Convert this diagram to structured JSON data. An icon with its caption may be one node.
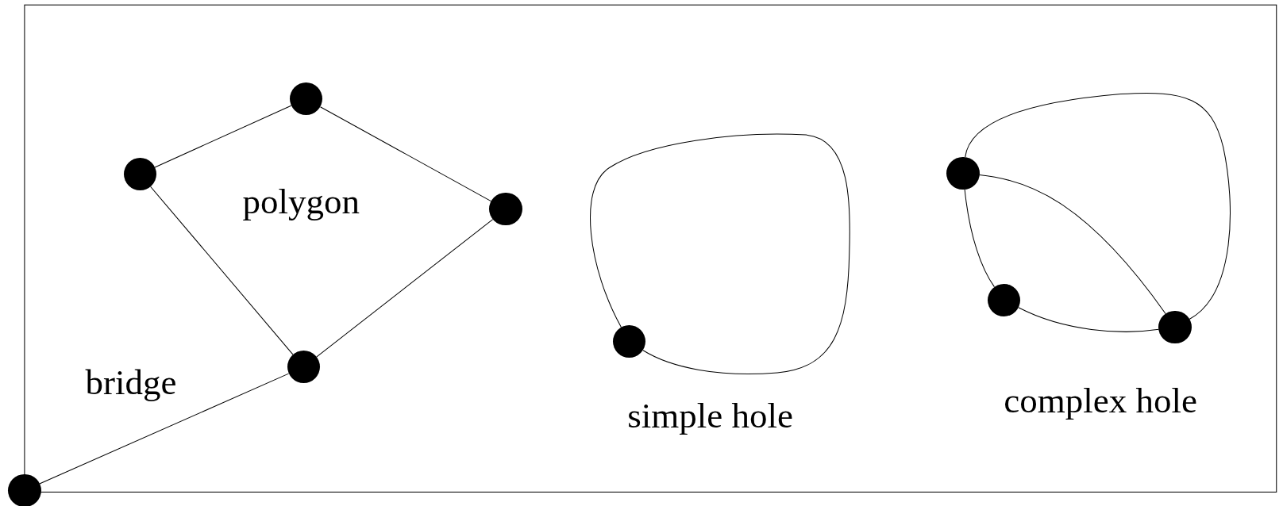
{
  "diagram": {
    "nodes": [
      {
        "text": [],
        "shape": "circle"
      },
      {
        "text": [],
        "shape": "circle"
      },
      {
        "text": [],
        "shape": "circle"
      },
      {
        "text": [],
        "shape": "circle"
      },
      {
        "text": [],
        "shape": "circle"
      },
      {
        "text": [],
        "shape": "circle"
      },
      {
        "text": [],
        "shape": "circle"
      },
      {
        "text": [],
        "shape": "circle"
      },
      {
        "text": [],
        "shape": "circle"
      }
    ],
    "edges": [
      {
        "from": 0,
        "to": 3,
        "arrow": "none"
      },
      {
        "from": 1,
        "to": 2,
        "arrow": "none"
      },
      {
        "from": 2,
        "to": 4,
        "arrow": "none"
      },
      {
        "from": 4,
        "to": 3,
        "arrow": "none"
      },
      {
        "from": 3,
        "to": 1,
        "arrow": "none"
      },
      {
        "from": 5,
        "to": 5,
        "arrow": "none"
      },
      {
        "from": 6,
        "to": 8,
        "arrow": "none"
      },
      {
        "from": 6,
        "to": 7,
        "arrow": "none"
      },
      {
        "from": 7,
        "to": 8,
        "arrow": "none"
      },
      {
        "from": 6,
        "to": 8,
        "arrow": "none"
      }
    ],
    "labels": [
      "polygon",
      "bridge",
      "simple hole",
      "complex hole"
    ]
  }
}
